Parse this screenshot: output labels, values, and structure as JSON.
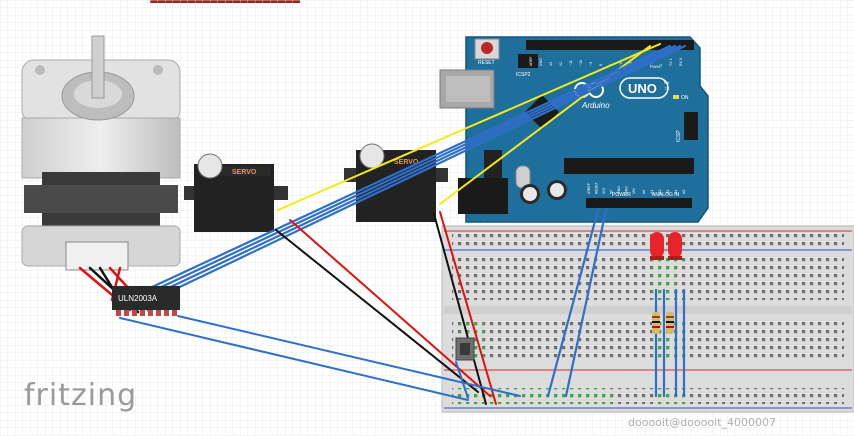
{
  "labels": {
    "reset": "RESET",
    "icsp2": "ICSP2",
    "arduino": "Arduino",
    "uno": "UNO",
    "on": "ON",
    "icsp": "ICSP",
    "servo": "SERVO",
    "driver_chip": "ULN2003A",
    "power": "POWER",
    "analog_in": "ANALOG IN",
    "pwm": "PWM~",
    "tx": "TX",
    "rx": "RX"
  },
  "pins": {
    "digital": [
      "AREF",
      "GND",
      "13",
      "12",
      "~11",
      "~10",
      "~9",
      "8",
      "7",
      "~6",
      "~5",
      "4",
      "~3",
      "2",
      "TX 1",
      "RX 0"
    ],
    "power": [
      "IOREF",
      "RESET",
      "3V3",
      "5V",
      "GND",
      "GND",
      "VIN"
    ],
    "analog": [
      "A0",
      "A1",
      "A2",
      "A3",
      "A4",
      "A5"
    ]
  },
  "brand": "fritzing",
  "watermark": "dooooit@dooooit_4000007",
  "colors": {
    "board": "#1f6f9c",
    "wire_blue": "#2f6fc8",
    "wire_yellow": "#f2ea1a",
    "wire_red": "#e01010",
    "wire_black": "#111111",
    "led": "#e8242a"
  }
}
